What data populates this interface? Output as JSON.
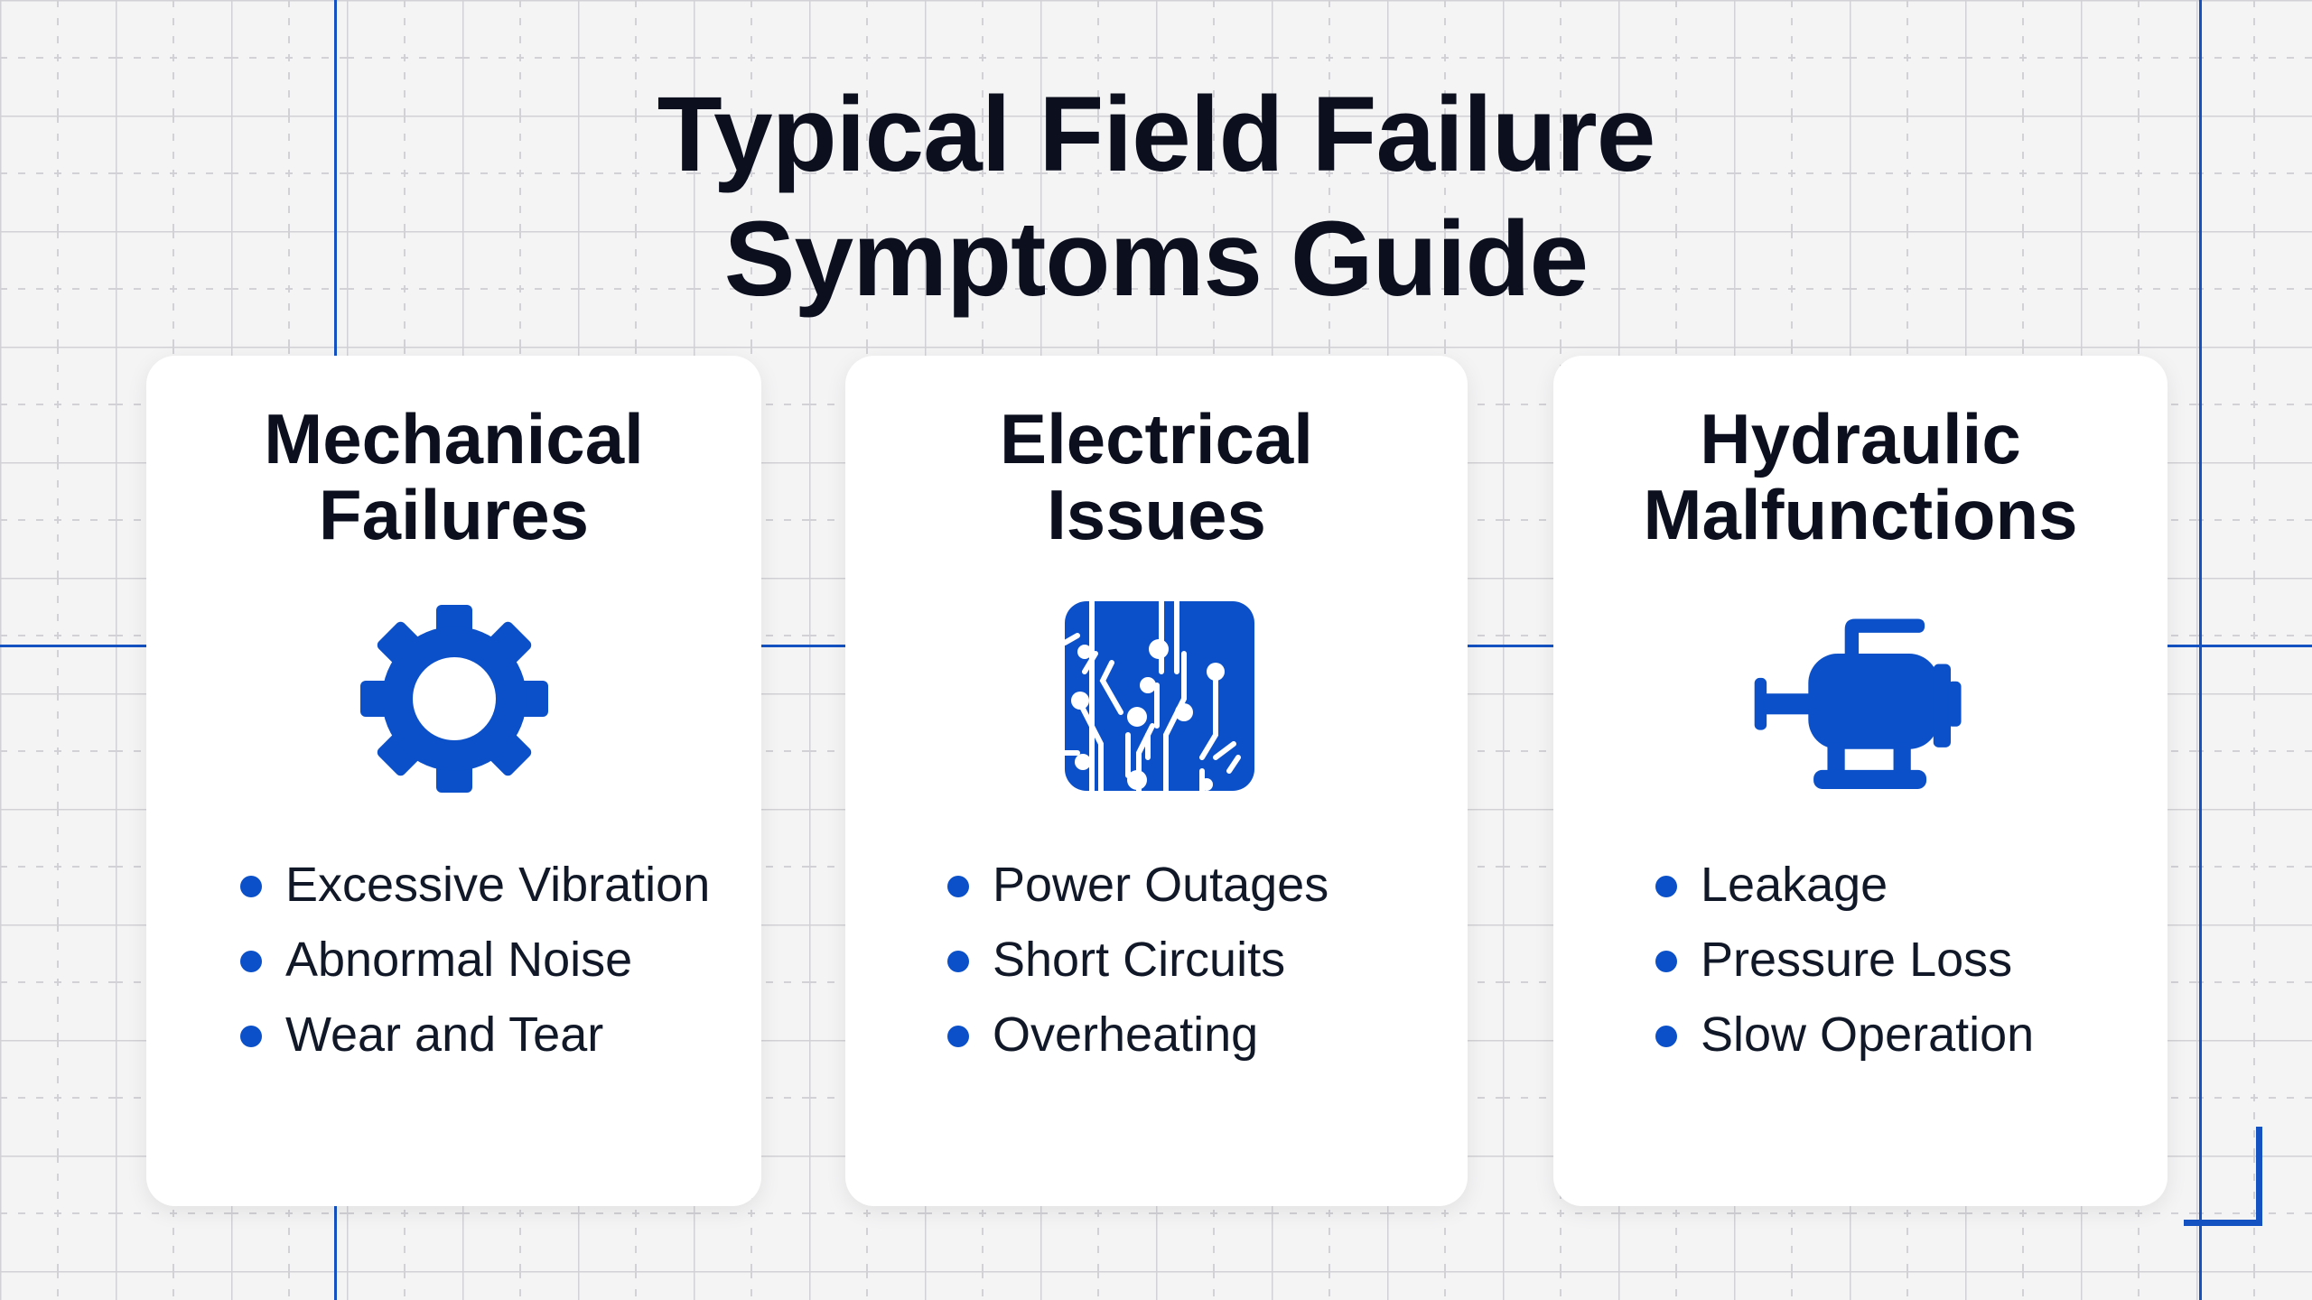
{
  "title": {
    "line1": "Typical Field Failure",
    "line2": "Symptoms Guide"
  },
  "accent_color": "#0b50c8",
  "cards": [
    {
      "heading_line1": "Mechanical",
      "heading_line2": "Failures",
      "icon": "gear-icon",
      "items": [
        "Excessive Vibration",
        "Abnormal Noise",
        "Wear and Tear"
      ]
    },
    {
      "heading_line1": "Electrical",
      "heading_line2": "Issues",
      "icon": "circuit-board-icon",
      "items": [
        "Power Outages",
        "Short Circuits",
        "Overheating"
      ]
    },
    {
      "heading_line1": "Hydraulic",
      "heading_line2": "Malfunctions",
      "icon": "hydraulic-pump-icon",
      "items": [
        "Leakage",
        "Pressure Loss",
        "Slow Operation"
      ]
    }
  ]
}
